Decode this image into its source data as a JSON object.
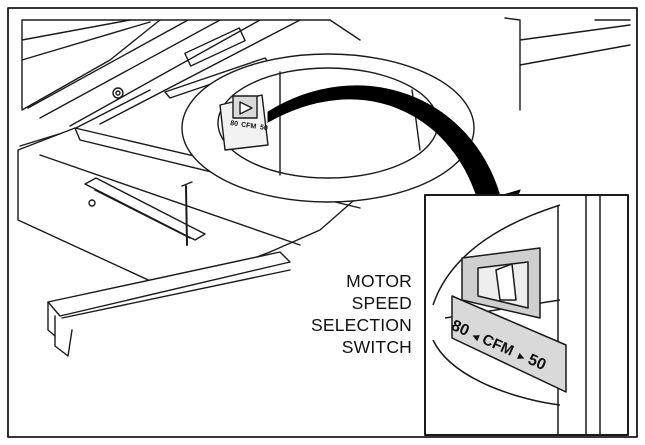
{
  "callout": {
    "lines": [
      "MOTOR",
      "SPEED",
      "SELECTION",
      "SWITCH"
    ]
  },
  "switch_plate": {
    "left_value": "80",
    "label": "CFM",
    "right_value": "50"
  },
  "colors": {
    "line": "#1a1a1a",
    "paper": "#ffffff",
    "shade": "#d9d9d9",
    "arrow": "#000000"
  }
}
